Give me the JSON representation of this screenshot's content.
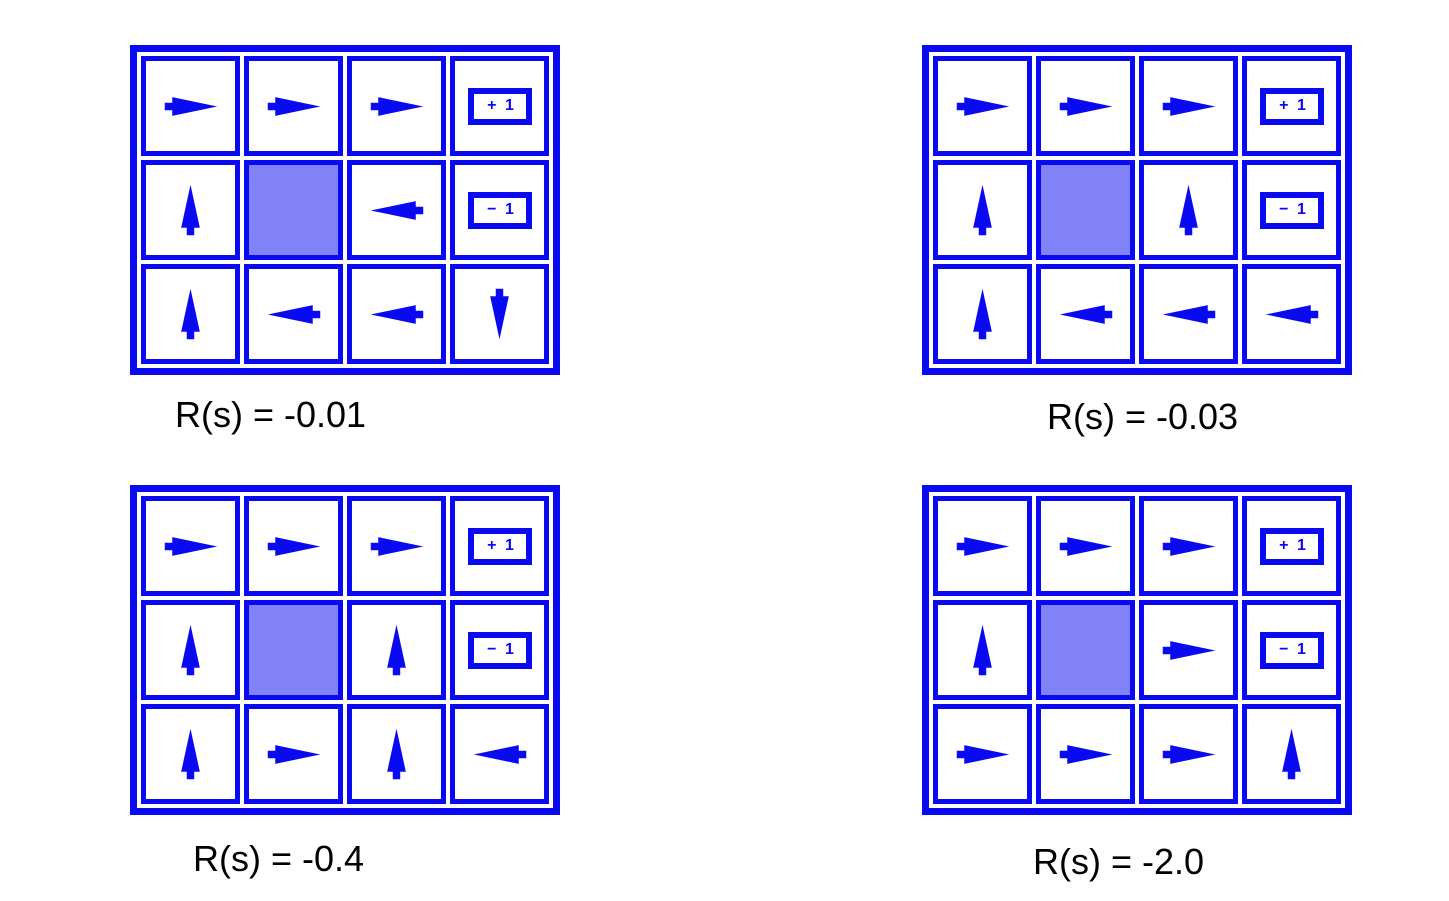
{
  "colors": {
    "blue": "#0a0af2",
    "wall": "#8282f8",
    "cell_background": "#ffffff",
    "label_text": "#000000"
  },
  "badges": {
    "plus1": "+ 1",
    "minus1": "− 1"
  },
  "icon_names": {
    "right": "right-arrow-icon",
    "left": "left-arrow-icon",
    "up": "up-arrow-icon",
    "down": "down-arrow-icon"
  },
  "grids": [
    {
      "label": "R(s) = -0.01",
      "rows": [
        [
          "right",
          "right",
          "right",
          "plus1"
        ],
        [
          "up",
          "wall",
          "left",
          "minus1"
        ],
        [
          "up",
          "left",
          "left",
          "down"
        ]
      ]
    },
    {
      "label": "R(s) = -0.03",
      "rows": [
        [
          "right",
          "right",
          "right",
          "plus1"
        ],
        [
          "up",
          "wall",
          "up",
          "minus1"
        ],
        [
          "up",
          "left",
          "left",
          "left"
        ]
      ]
    },
    {
      "label": "R(s) = -0.4",
      "rows": [
        [
          "right",
          "right",
          "right",
          "plus1"
        ],
        [
          "up",
          "wall",
          "up",
          "minus1"
        ],
        [
          "up",
          "right",
          "up",
          "left"
        ]
      ]
    },
    {
      "label": "R(s) = -2.0",
      "rows": [
        [
          "right",
          "right",
          "right",
          "plus1"
        ],
        [
          "up",
          "wall",
          "right",
          "minus1"
        ],
        [
          "right",
          "right",
          "right",
          "up"
        ]
      ]
    }
  ]
}
